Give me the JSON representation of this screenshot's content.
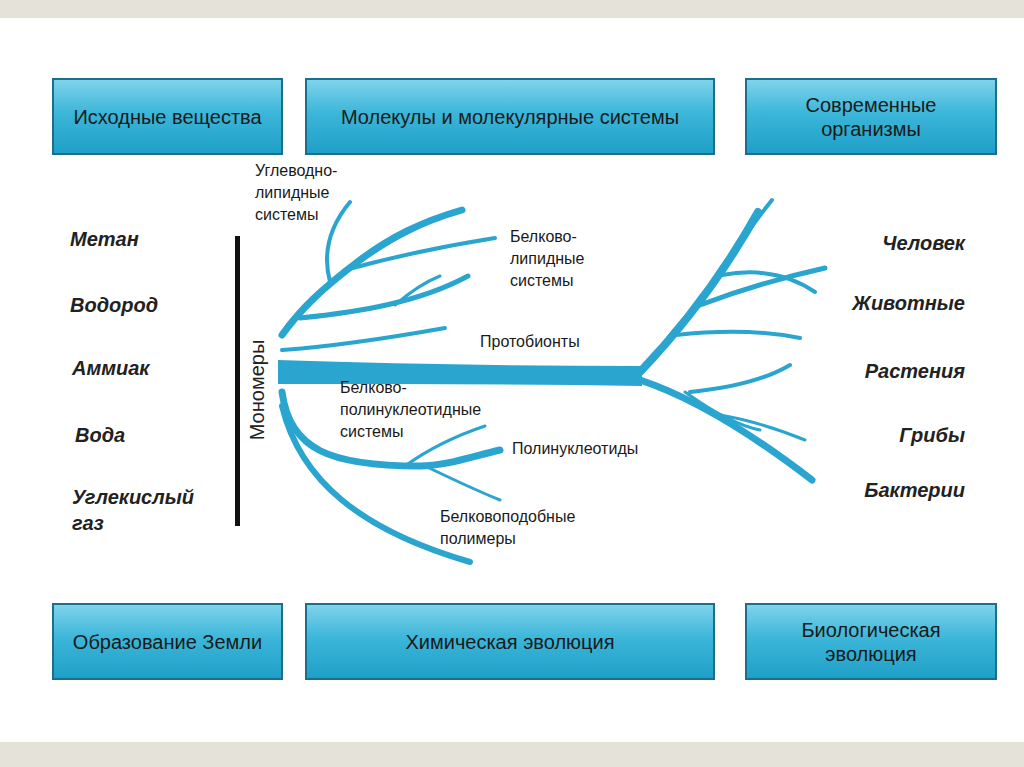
{
  "diagram": {
    "nodes": [
      {
        "text": [
          "Исходные вещества"
        ]
      },
      {
        "text": [
          "Молекулы и молекулярные системы"
        ]
      },
      {
        "text": [
          "Современные организмы"
        ]
      },
      {
        "text": [
          "Образование Земли"
        ]
      },
      {
        "text": [
          "Химическая эволюция"
        ]
      },
      {
        "text": [
          "Биологическая эволюция"
        ]
      }
    ],
    "edges": [],
    "labels": [
      "Метан",
      "Водород",
      "Аммиак",
      "Вода",
      "Углекислый газ",
      "Мономеры",
      "Углеводно-липидные системы",
      "Белково-липидные системы",
      "Протобионты",
      "Белково-полинуклеотидные системы",
      "Полинуклеотиды",
      "Белковоподобные полимеры",
      "Человек",
      "Животные",
      "Растения",
      "Грибы",
      "Бактерии"
    ]
  }
}
